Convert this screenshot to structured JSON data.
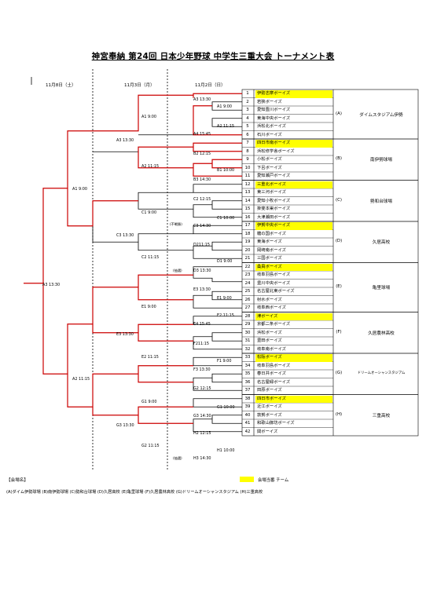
{
  "title": "神宮奉納  第24回  日本少年野球  中学生三重大会  トーナメント表",
  "day_headers": [
    "11月8日（土）",
    "11月3日（月）",
    "11月2日（日）"
  ],
  "teams": [
    {
      "no": "1",
      "name": "伊勢志摩ボーイズ",
      "host": true
    },
    {
      "no": "2",
      "name": "若狭ボーイズ",
      "host": false
    },
    {
      "no": "3",
      "name": "愛知豊川ボーイズ",
      "host": false
    },
    {
      "no": "4",
      "name": "東海中央ボーイズ",
      "host": false
    },
    {
      "no": "5",
      "name": "浜松北ボーイズ",
      "host": false
    },
    {
      "no": "6",
      "name": "石川ボーイズ",
      "host": false
    },
    {
      "no": "7",
      "name": "四日市南ボーイズ",
      "host": true
    },
    {
      "no": "8",
      "name": "浜松修学舎ボーイズ",
      "host": false
    },
    {
      "no": "9",
      "name": "小松ボーイズ",
      "host": false
    },
    {
      "no": "10",
      "name": "下呂ボーイズ",
      "host": false
    },
    {
      "no": "11",
      "name": "愛知瀬戸ボーイズ",
      "host": false
    },
    {
      "no": "12",
      "name": "三重北ボーイズ",
      "host": true
    },
    {
      "no": "13",
      "name": "東三河ボーイズ",
      "host": false
    },
    {
      "no": "14",
      "name": "愛知小牧ボーイズ",
      "host": false
    },
    {
      "no": "15",
      "name": "掛斐本巣ボーイズ",
      "host": false
    },
    {
      "no": "16",
      "name": "大津瀬田ボーイズ",
      "host": false
    },
    {
      "no": "17",
      "name": "伊賀中央ボーイズ",
      "host": true
    },
    {
      "no": "18",
      "name": "糖の国ボーイズ",
      "host": false
    },
    {
      "no": "19",
      "name": "東海ボーイズ",
      "host": false
    },
    {
      "no": "20",
      "name": "岡崎南ボーイズ",
      "host": false
    },
    {
      "no": "21",
      "name": "三国ボーイズ",
      "host": false
    },
    {
      "no": "22",
      "name": "桑員ボーイズ",
      "host": true
    },
    {
      "no": "23",
      "name": "岐阜羽島ボーイズ",
      "host": false
    },
    {
      "no": "24",
      "name": "豊川中央ボーイズ",
      "host": false
    },
    {
      "no": "25",
      "name": "名古屋北東ボーイズ",
      "host": false
    },
    {
      "no": "26",
      "name": "射水ボーイズ",
      "host": false
    },
    {
      "no": "27",
      "name": "岐阜西ボーイズ",
      "host": false
    },
    {
      "no": "28",
      "name": "津ボーイズ",
      "host": true
    },
    {
      "no": "29",
      "name": "京都二条ボーイズ",
      "host": false
    },
    {
      "no": "30",
      "name": "浜松ボーイズ",
      "host": false
    },
    {
      "no": "31",
      "name": "豊田ボーイズ",
      "host": false
    },
    {
      "no": "32",
      "name": "岐阜南ボーイズ",
      "host": false
    },
    {
      "no": "33",
      "name": "松阪ボーイズ",
      "host": true
    },
    {
      "no": "34",
      "name": "岐阜羽島ボーイズ",
      "host": false
    },
    {
      "no": "35",
      "name": "春日井ボーイズ",
      "host": false
    },
    {
      "no": "36",
      "name": "名古屋緑ボーイズ",
      "host": false
    },
    {
      "no": "37",
      "name": "田原ボーイズ",
      "host": false
    },
    {
      "no": "38",
      "name": "四日市ボーイズ",
      "host": true
    },
    {
      "no": "39",
      "name": "近江ボーイズ",
      "host": false
    },
    {
      "no": "40",
      "name": "敦賀ボーイズ",
      "host": false
    },
    {
      "no": "41",
      "name": "和歌山御坊ボーイズ",
      "host": false
    },
    {
      "no": "42",
      "name": "関ボーイズ",
      "host": false
    }
  ],
  "venues": [
    {
      "code": "(A)",
      "name": "ダイムスタジアム伊勢"
    },
    {
      "code": "(B)",
      "name": "南伊勢球場"
    },
    {
      "code": "(C)",
      "name": "勢和台球場"
    },
    {
      "code": "(D)",
      "name": "久居高校"
    },
    {
      "code": "(E)",
      "name": "亀里球場"
    },
    {
      "code": "(F)",
      "name": "久居農林高校"
    },
    {
      "code": "(G)",
      "name": "ドリームオーシャンスタジアム"
    },
    {
      "code": "(H)",
      "name": "三重高校"
    }
  ],
  "matches": {
    "A3a": "A3 13:30",
    "A1a": "A1 9:00",
    "A2a": "A2 11:15",
    "A4a": "A4 15:45",
    "A1b": "A1 9:00",
    "A3b": "A3 13:30",
    "B2": "B2 12:15",
    "B1": "B1 10:00",
    "B3": "B3 14:30",
    "A2b": "A2 11:15",
    "A1c": "A1 9:00",
    "C2": "C2 12:15",
    "C1a": "C1 10:00",
    "C3": "C3 14:30",
    "C1b": "C1 9:00",
    "C3b": "C3 13:30",
    "D2": "D211:15",
    "D1": "D1 9:00",
    "D3": "D3 13:30",
    "C2b": "C2 11:15",
    "final": "A3 13:30",
    "E3": "E3 13:30",
    "E1a": "E1 9:00",
    "E2a": "E2 11:15",
    "E4": "E4 15:45",
    "E1b": "E1 9:00",
    "E3b": "E3 13:30",
    "F2": "F211:15",
    "F1": "F1 9:00",
    "F3": "F3 13:30",
    "E2b": "E2 11:15",
    "A2c": "A2 11:15",
    "G2": "G2 12:15",
    "G1a": "G1 10:00",
    "G3a": "G3 14:30",
    "G1b": "G1 9:00",
    "G3b": "G3 13:30",
    "H2": "H2 12:15",
    "H1": "H1 10:00",
    "H3": "H3 14:30",
    "G2b": "G2 11:15"
  },
  "notes": {
    "c1": "(不戦勝)",
    "d1": "(抽選)",
    "h1": "(抽選)"
  },
  "legend": {
    "title": "【会場名】",
    "venues_line": "(A)ダイム伊勢球場 (B)南伊勢球場 (C)勢和台球場 (D)久居高校 (E)亀里球場 (F)久居農林高校 (G)ドリームオーシャンスタジアム (H)三重高校",
    "host_label": "会場当番 チーム"
  },
  "colors": {
    "winner_line": "#cc0000",
    "line": "#000000",
    "host": "#ffff00"
  }
}
